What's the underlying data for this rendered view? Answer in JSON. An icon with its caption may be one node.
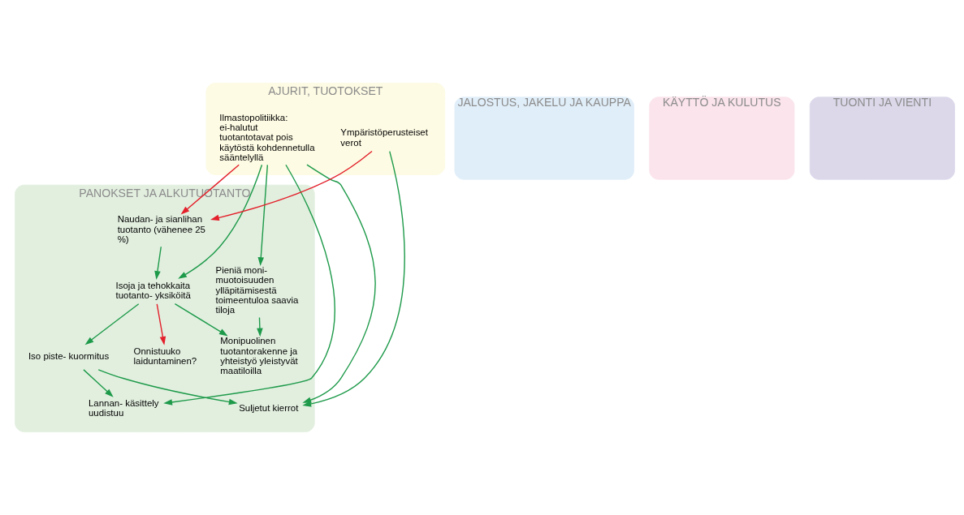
{
  "diagram": {
    "nodes": [
      {
        "text": [
          "AJURIT, TUOTOKSET"
        ]
      },
      {
        "text": [
          "Ilmastopolitiikka: ei-halutut tuotantotavat pois käytöstä kohdennetulla sääntelyllä"
        ],
        "in": 0
      },
      {
        "text": [
          "Ympäristöperusteiset verot"
        ],
        "in": 0
      },
      {
        "text": [
          "PANOKSET JA ALKUTUOTANTO"
        ]
      },
      {
        "text": [
          "Naudan- ja sianlihan tuotanto (vähenee 25 %)"
        ],
        "in": 3
      },
      {
        "text": [
          "Suljetut kierrot"
        ],
        "in": 3
      },
      {
        "text": [
          "Isoja ja tehokkaita tuotanto- yksiköitä"
        ],
        "in": 3
      },
      {
        "text": [
          "Iso piste- kuormitus"
        ],
        "in": 3
      },
      {
        "text": [
          "Lannan- käsittely uudistuu"
        ],
        "in": 3
      },
      {
        "text": [
          "Onnistuuko laiduntaminen?"
        ],
        "in": 3
      },
      {
        "text": [
          "Pieniä moni- muotoisuuden ylläpitämisestä toimeentuloa saavia tiloja"
        ],
        "in": 3
      },
      {
        "text": [
          "Monipuolinen tuotantorakenne ja yhteistyö yleistyvät maatiloilla"
        ],
        "in": 3
      },
      {
        "text": [
          "JALOSTUS, JAKELU JA KAUPPA"
        ]
      },
      {
        "text": [
          "KÄYTTÖ JA KULUTUS"
        ]
      },
      {
        "text": [
          "TUONTI JA VIENTI"
        ]
      }
    ],
    "edges": [
      {
        "from": 1,
        "to": 4,
        "arrow": "to",
        "color": "#e3202b"
      },
      {
        "from": 1,
        "to": 6,
        "arrow": "to"
      },
      {
        "from": 1,
        "to": 10,
        "arrow": "to"
      },
      {
        "from": 1,
        "to": 5,
        "arrow": "to"
      },
      {
        "from": 1,
        "to": 8,
        "arrow": "to"
      },
      {
        "from": 2,
        "to": 4,
        "arrow": "to",
        "color": "#e3202b"
      },
      {
        "from": 2,
        "to": 5,
        "arrow": "to"
      },
      {
        "from": 4,
        "to": 6,
        "arrow": "to"
      },
      {
        "from": 6,
        "to": 7,
        "arrow": "to"
      },
      {
        "from": 6,
        "to": 9,
        "arrow": "to",
        "color": "#e3202b"
      },
      {
        "from": 6,
        "to": 11,
        "arrow": "to"
      },
      {
        "from": 7,
        "to": 5,
        "arrow": "to"
      },
      {
        "from": 7,
        "to": 8,
        "arrow": "to"
      },
      {
        "from": 10,
        "to": 11,
        "arrow": "to"
      }
    ]
  }
}
